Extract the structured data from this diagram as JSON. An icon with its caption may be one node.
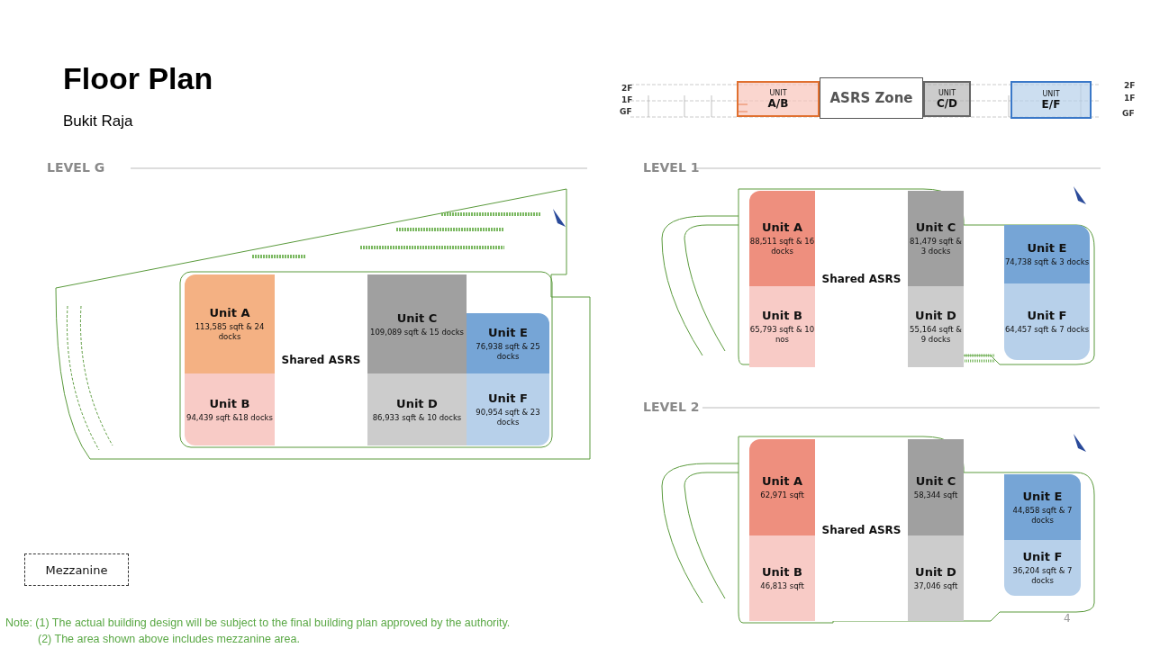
{
  "diagram": {
    "title": "Floor Plan",
    "nodes": [
      {
        "text": [
          "UNIT",
          "A/B"
        ]
      },
      {
        "text": [
          "ASRS Zone"
        ]
      },
      {
        "text": [
          "UNIT",
          "C/D"
        ]
      },
      {
        "text": [
          "UNIT",
          "E/F"
        ]
      },
      {
        "text": [
          "Unit A",
          "113,585 sqft & 24 docks"
        ]
      },
      {
        "text": [
          "Unit B",
          "94,439 sqft &18 docks"
        ]
      },
      {
        "text": [
          "Shared ASRS"
        ]
      },
      {
        "text": [
          "Unit C",
          "109,089 sqft & 15 docks"
        ]
      },
      {
        "text": [
          "Unit D",
          "86,933 sqft & 10 docks"
        ]
      },
      {
        "text": [
          "Unit E",
          "76,938 sqft & 25 docks"
        ]
      },
      {
        "text": [
          "Unit F",
          "90,954 sqft & 23 docks"
        ]
      },
      {
        "text": [
          "Unit A",
          "88,511 sqft & 16 docks"
        ]
      },
      {
        "text": [
          "Unit B",
          "65,793 sqft & 10 nos"
        ]
      },
      {
        "text": [
          "Shared ASRS"
        ]
      },
      {
        "text": [
          "Unit C",
          "81,479 sqft & 3 docks"
        ]
      },
      {
        "text": [
          "Unit D",
          "55,164 sqft & 9 docks"
        ]
      },
      {
        "text": [
          "Unit E",
          "74,738 sqft & 3 docks"
        ]
      },
      {
        "text": [
          "Unit F",
          "64,457 sqft & 7 docks"
        ]
      },
      {
        "text": [
          "Unit A",
          "62,971 sqft"
        ]
      },
      {
        "text": [
          "Unit B",
          "46,813 sqft"
        ]
      },
      {
        "text": [
          "Shared ASRS"
        ]
      },
      {
        "text": [
          "Unit C",
          "58,344 sqft"
        ]
      },
      {
        "text": [
          "Unit D",
          "37,046 sqft"
        ]
      },
      {
        "text": [
          "Unit E",
          "44,858 sqft & 7 docks"
        ]
      },
      {
        "text": [
          "Unit F",
          "36,204 sqft & 7 docks"
        ]
      },
      {
        "text": [
          "Mezzanine"
        ]
      }
    ],
    "labels": [
      "Bukit Raja",
      "2F",
      "1F",
      "GF",
      "2F",
      "1F",
      "GF",
      "LEVEL G",
      "LEVEL 1",
      "LEVEL 2",
      "Note: (1) The actual building design will be subject to the final building plan approved by the authority.",
      "(2) The area shown above includes mezzanine area.",
      "4"
    ]
  }
}
